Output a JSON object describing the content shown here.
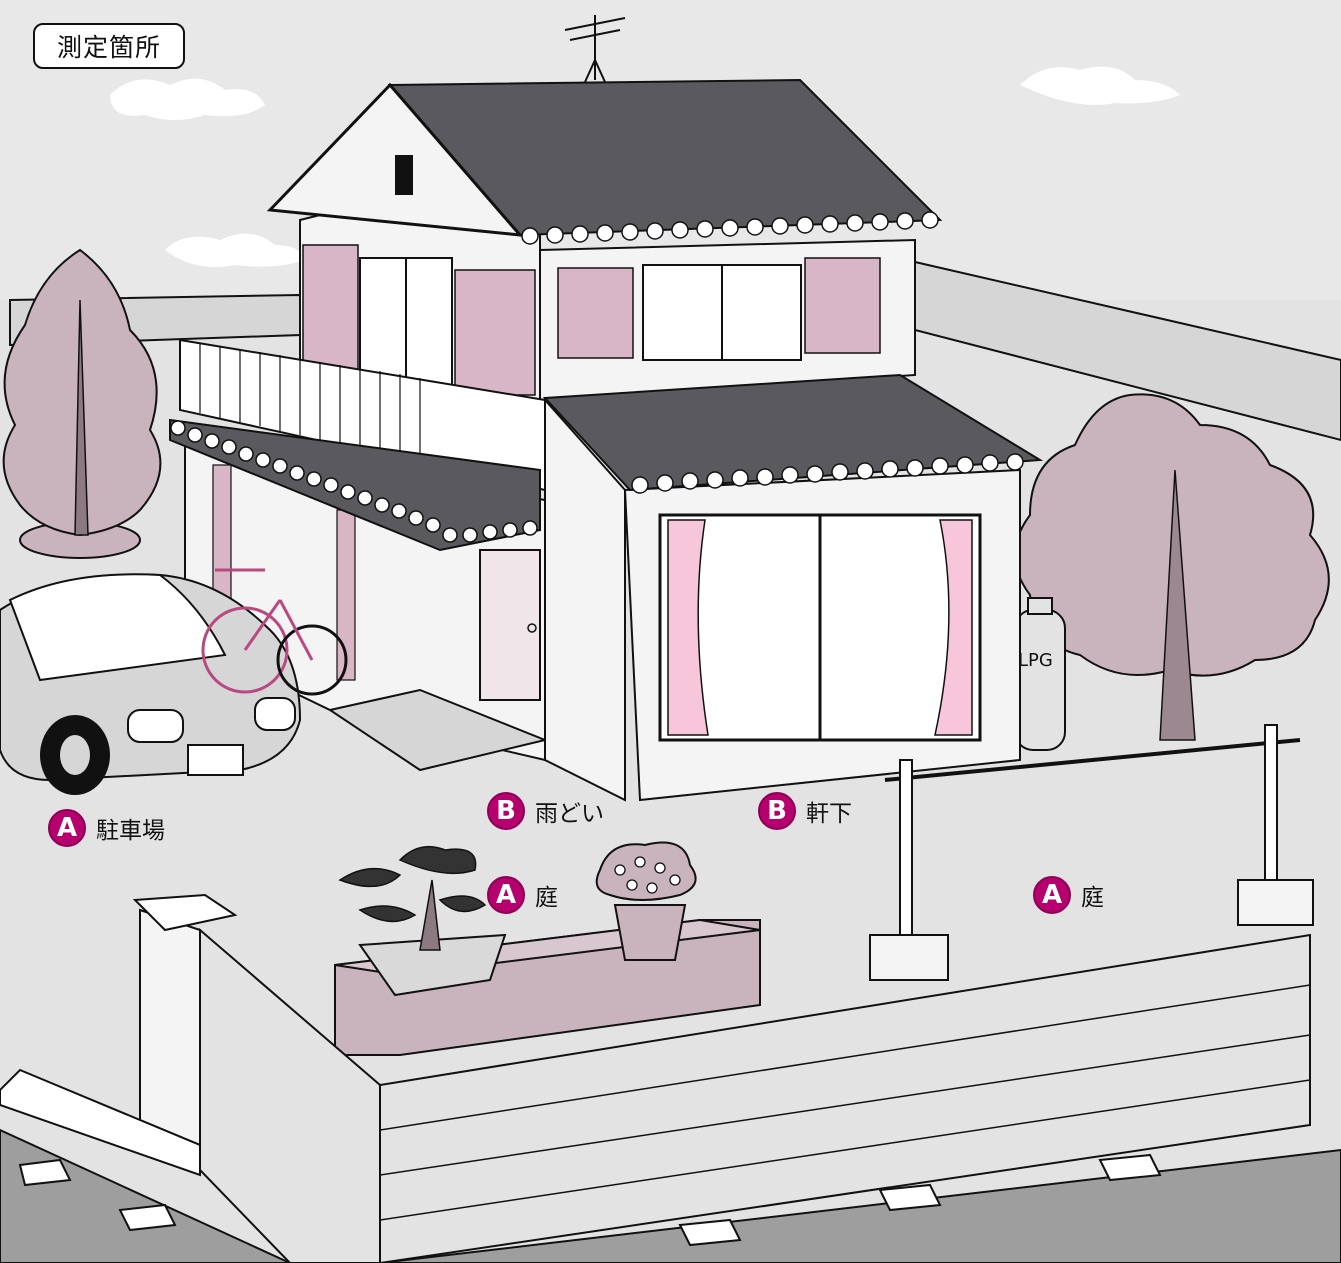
{
  "title": "測定箇所",
  "markers": [
    {
      "badge": "A",
      "label": "駐車場"
    },
    {
      "badge": "B",
      "label": "雨どい"
    },
    {
      "badge": "B",
      "label": "軒下"
    },
    {
      "badge": "A",
      "label": "庭"
    },
    {
      "badge": "A",
      "label": "庭"
    }
  ],
  "lpg_label": "LPG",
  "colors": {
    "accent": "#b5006e",
    "pink": "#d9b6c6",
    "mauve": "#c9b3bd",
    "roof": "#5a5a5e",
    "ground": "#e3e3e3",
    "road": "#9e9e9e"
  }
}
